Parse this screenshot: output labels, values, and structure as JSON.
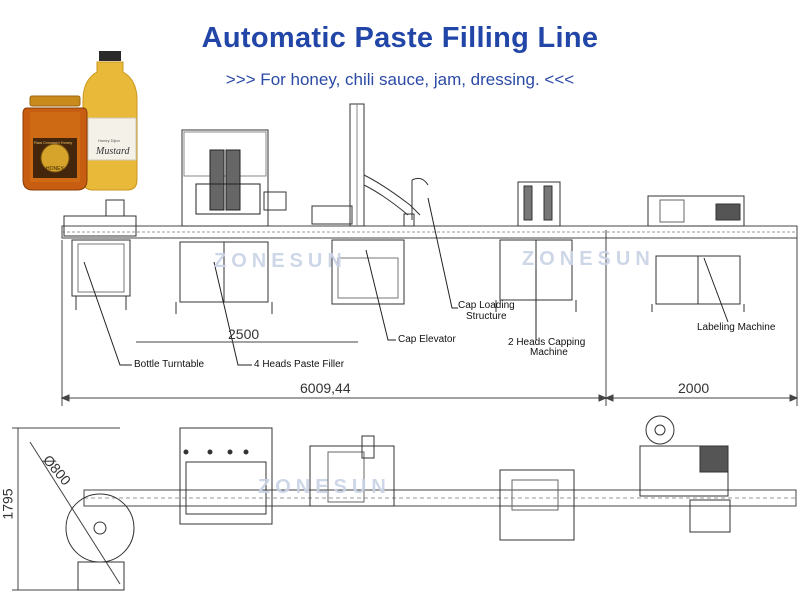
{
  "header": {
    "title": "Automatic Paste Filling Line",
    "subtitle": ">>>  For honey, chili sauce, jam, dressing.  <<<"
  },
  "products": {
    "honey_jar": {
      "label_line1": "Raw Creamed Honey",
      "label_line2": "HONEY"
    },
    "mustard_bottle": {
      "label_line1": "Honey Dijon",
      "label_line2": "Mustard"
    }
  },
  "components": {
    "bottle_turntable": "Bottle Turntable",
    "paste_filler": "4 Heads Paste Filler",
    "cap_elevator": "Cap Elevator",
    "cap_loading_line1": "Cap Loading",
    "cap_loading_line2": "Structure",
    "capping_line1": "2 Heads Capping",
    "capping_line2": "Machine",
    "labeling_machine": "Labeling Machine"
  },
  "dimensions": {
    "filler_span": "2500",
    "line_length": "6009,44",
    "labeler_length": "2000",
    "overall_width": "1795",
    "turntable_diameter": "Ø800"
  },
  "watermark": "ZONESUN",
  "colors": {
    "title": "#2246a8",
    "subtitle": "#2b4aa6",
    "drawing": "#333333"
  }
}
